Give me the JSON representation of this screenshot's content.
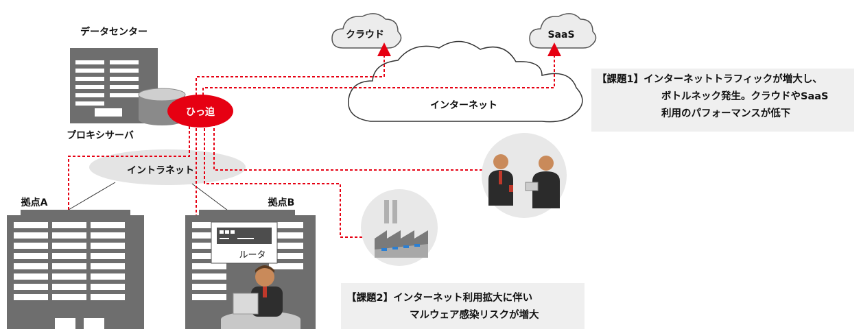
{
  "labels": {
    "data_center": "データセンター",
    "proxy_server": "プロキシサーバ",
    "congestion": "ひっ迫",
    "intranet": "イントラネット",
    "base_a": "拠点A",
    "base_b": "拠点B",
    "router": "ルータ",
    "cloud": "クラウド",
    "saas": "SaaS",
    "internet": "インターネット"
  },
  "issues": {
    "issue1": {
      "line1": "【課題1】インターネットトラフィックが増大し、",
      "line2": "ボトルネック発生。クラウドやSaaS",
      "line3": "利用のパフォーマンスが低下"
    },
    "issue2": {
      "line1": "【課題2】インターネット利用拡大に伴い",
      "line2": "マルウェア感染リスクが増大"
    }
  },
  "colors": {
    "accent_red": "#e60012",
    "building_gray": "#6e6e6e",
    "panel_gray": "#efefef",
    "intranet_gray": "#e4e4e4",
    "circle_gray": "#e8e8e8"
  }
}
